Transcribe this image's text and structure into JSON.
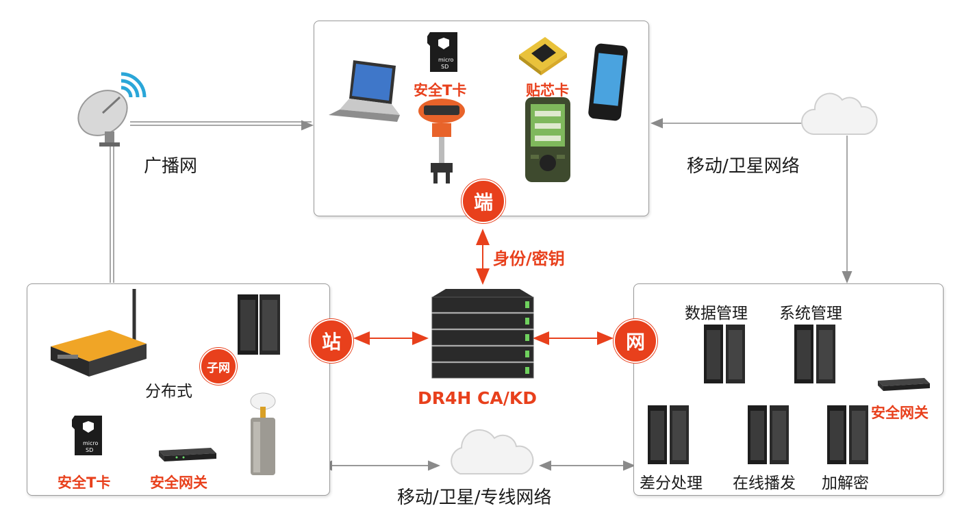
{
  "labels": {
    "broadcast": "广播网",
    "mobile_satellite": "移动/卫星网络",
    "mobile_satellite_line": "移动/卫星/专线网络",
    "identity_key": "身份/密钥",
    "server_name": "DR4H CA/KD",
    "terminal_t_card": "安全T卡",
    "terminal_chip_card": "贴芯卡",
    "station_distributed": "分布式",
    "station_t_card": "安全T卡",
    "station_gateway": "安全网关",
    "net_data_mgmt": "数据管理",
    "net_sys_mgmt": "系统管理",
    "net_gateway": "安全网关",
    "net_diff": "差分处理",
    "net_broadcast": "在线播发",
    "net_crypto": "加解密"
  },
  "badges": {
    "terminal": "端",
    "station": "站",
    "network": "网",
    "subnet": "子网"
  },
  "colors": {
    "accent": "#e8401c",
    "panel_border": "#9a9a9a",
    "line": "#8a8a8a"
  }
}
